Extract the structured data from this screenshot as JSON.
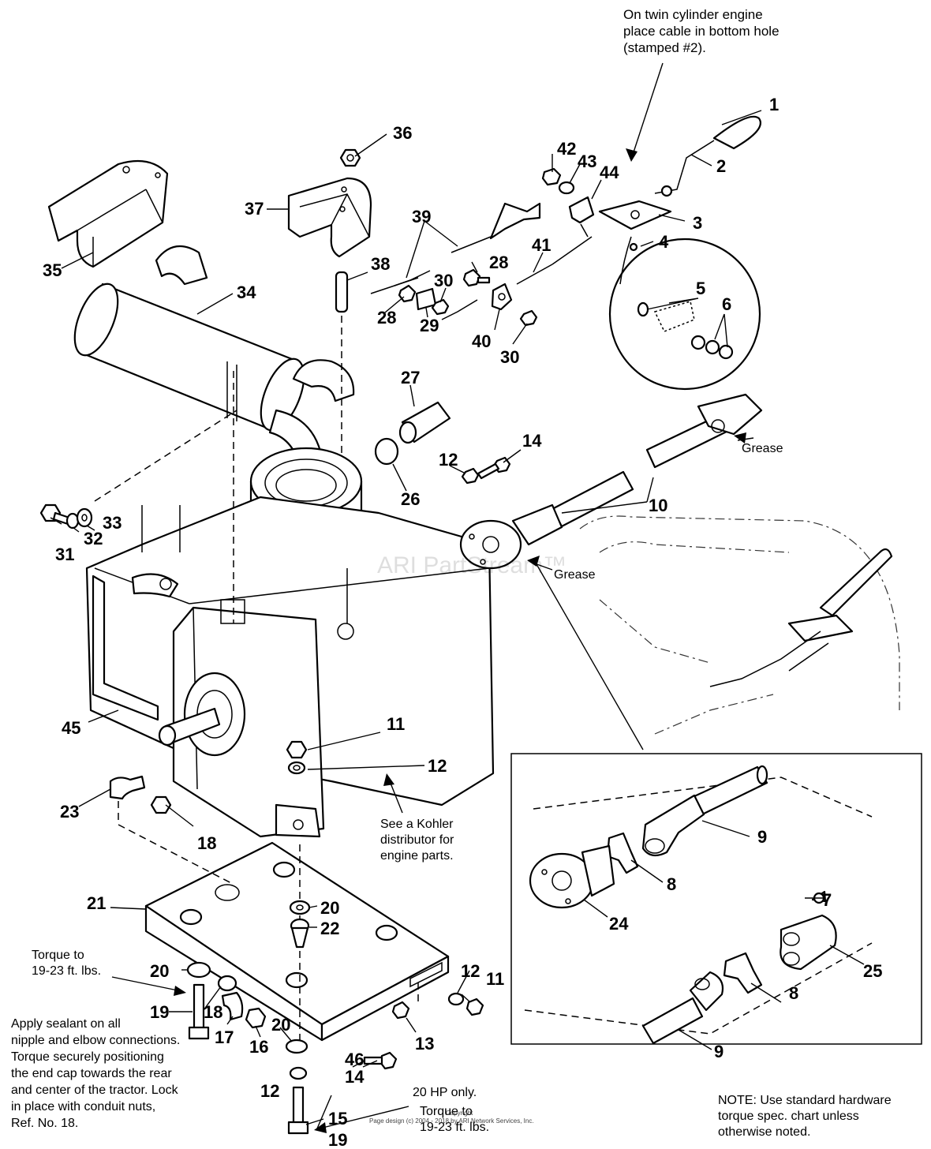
{
  "notes": {
    "twin_cylinder": "On twin cylinder engine\nplace cable in bottom hole\n(stamped #2).",
    "grease_top": "Grease",
    "grease_mid": "Grease",
    "kohler": "See a Kohler\ndistributor for\nengine parts.",
    "torque_upper": "Torque to\n19-23 ft. lbs.",
    "sealant": "Apply sealant on all\nnipple and elbow connections.\nTorque securely positioning\nthe end cap towards the rear\nand center of the tractor. Lock\nin place with conduit nuts,\nRef. No. 18.",
    "hp20": "20 HP only.",
    "torque_lower": "Torque to\n19-23 ft. lbs.",
    "standard_note": "NOTE: Use standard hardware\ntorque spec. chart unless\notherwise noted."
  },
  "watermark": "ARI PartStream™",
  "copyright_small": "Copyright",
  "footer_small": "Page design (c) 2004 - 2018 by ARI Network Services, Inc.",
  "callouts": [
    "1",
    "2",
    "3",
    "4",
    "5",
    "6",
    "7",
    "8",
    "8",
    "9",
    "9",
    "10",
    "11",
    "11",
    "12",
    "12",
    "12",
    "12",
    "13",
    "14",
    "14",
    "15",
    "16",
    "17",
    "18",
    "18",
    "19",
    "19",
    "20",
    "20",
    "20",
    "21",
    "22",
    "23",
    "24",
    "25",
    "26",
    "27",
    "28",
    "28",
    "29",
    "30",
    "30",
    "31",
    "32",
    "33",
    "34",
    "35",
    "36",
    "37",
    "38",
    "39",
    "40",
    "41",
    "42",
    "43",
    "44",
    "45",
    "46"
  ]
}
